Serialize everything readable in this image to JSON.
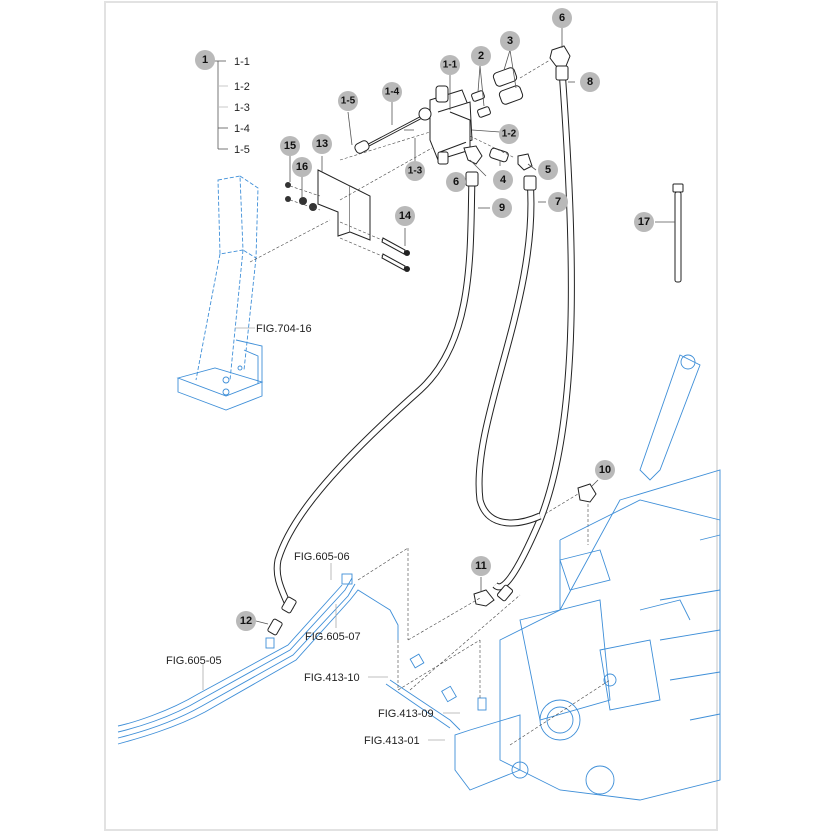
{
  "diagram": {
    "type": "exploded-parts-diagram",
    "accent_colors": {
      "callout_fill": "#b9b9b9",
      "reference_parts": "#3f8fd8",
      "parts_lines": "#222222"
    },
    "callouts": [
      {
        "id": "c1",
        "label": "1"
      },
      {
        "id": "c1-1",
        "label": "1-1"
      },
      {
        "id": "c1-2",
        "label": "1-2"
      },
      {
        "id": "c1-3",
        "label": "1-3"
      },
      {
        "id": "c1-4",
        "label": "1-4"
      },
      {
        "id": "c1-5",
        "label": "1-5"
      },
      {
        "id": "c2",
        "label": "2"
      },
      {
        "id": "c3",
        "label": "3"
      },
      {
        "id": "c4",
        "label": "4"
      },
      {
        "id": "c5",
        "label": "5"
      },
      {
        "id": "c6a",
        "label": "6"
      },
      {
        "id": "c6b",
        "label": "6"
      },
      {
        "id": "c7",
        "label": "7"
      },
      {
        "id": "c8",
        "label": "8"
      },
      {
        "id": "c9",
        "label": "9"
      },
      {
        "id": "c10",
        "label": "10"
      },
      {
        "id": "c11",
        "label": "11"
      },
      {
        "id": "c12",
        "label": "12"
      },
      {
        "id": "c13",
        "label": "13"
      },
      {
        "id": "c14",
        "label": "14"
      },
      {
        "id": "c15",
        "label": "15"
      },
      {
        "id": "c16",
        "label": "16"
      },
      {
        "id": "c17",
        "label": "17"
      }
    ],
    "subpart_tree": {
      "parent": "1",
      "children": [
        "1-1",
        "1-2",
        "1-3",
        "1-4",
        "1-5"
      ]
    },
    "figure_references": [
      "FIG.704-16",
      "FIG.605-06",
      "FIG.605-07",
      "FIG.605-05",
      "FIG.413-10",
      "FIG.413-09",
      "FIG.413-01"
    ]
  }
}
